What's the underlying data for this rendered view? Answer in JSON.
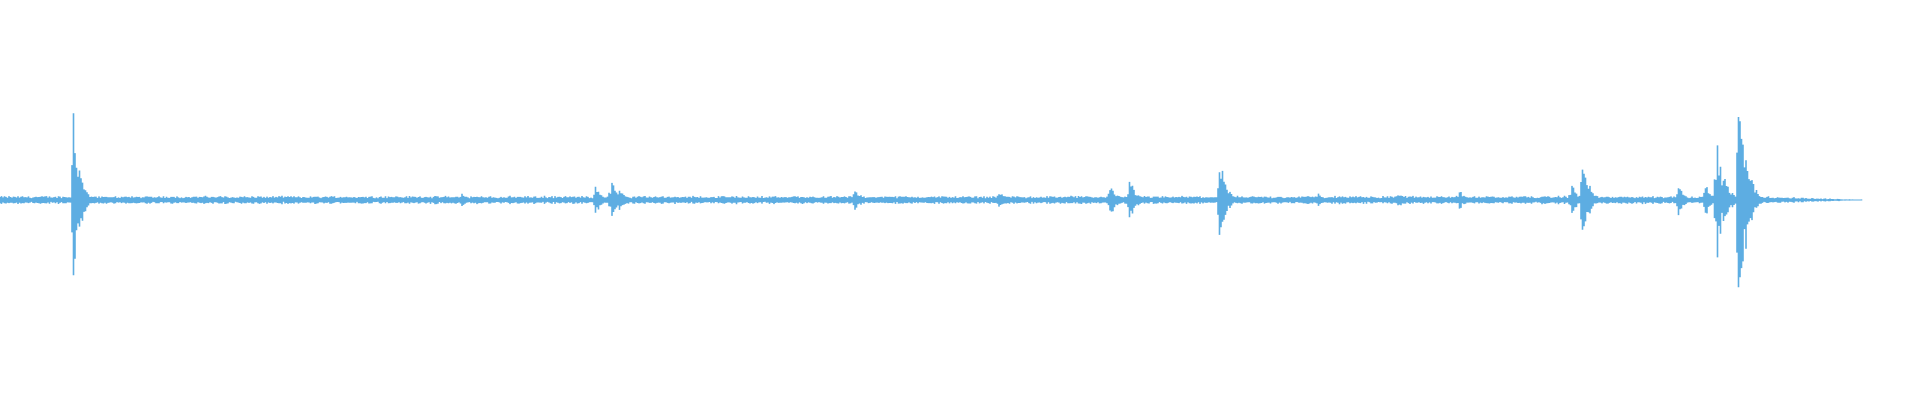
{
  "waveform": {
    "color": "#5dade2",
    "baseline_amplitude": 0.022,
    "duration_fraction": 0.97,
    "events": [
      {
        "t": 0.038,
        "amp": 0.55
      },
      {
        "t": 0.24,
        "amp": 0.05
      },
      {
        "t": 0.31,
        "amp": 0.1
      },
      {
        "t": 0.318,
        "amp": 0.14
      },
      {
        "t": 0.322,
        "amp": 0.08
      },
      {
        "t": 0.445,
        "amp": 0.08
      },
      {
        "t": 0.52,
        "amp": 0.06
      },
      {
        "t": 0.578,
        "amp": 0.1
      },
      {
        "t": 0.588,
        "amp": 0.15
      },
      {
        "t": 0.635,
        "amp": 0.27
      },
      {
        "t": 0.686,
        "amp": 0.05
      },
      {
        "t": 0.728,
        "amp": 0.05
      },
      {
        "t": 0.76,
        "amp": 0.06
      },
      {
        "t": 0.818,
        "amp": 0.11
      },
      {
        "t": 0.824,
        "amp": 0.28
      },
      {
        "t": 0.874,
        "amp": 0.1
      },
      {
        "t": 0.888,
        "amp": 0.12
      },
      {
        "t": 0.894,
        "amp": 0.36
      },
      {
        "t": 0.897,
        "amp": 0.22
      },
      {
        "t": 0.905,
        "amp": 0.82
      },
      {
        "t": 0.909,
        "amp": 0.35
      }
    ]
  }
}
